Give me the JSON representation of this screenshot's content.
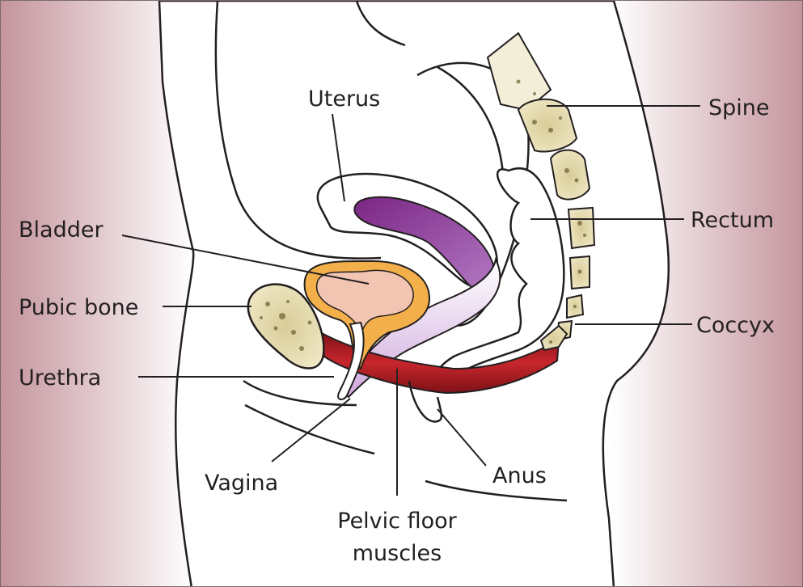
{
  "labels": {
    "uterus": "Uterus",
    "spine": "Spine",
    "bladder": "Bladder",
    "rectum": "Rectum",
    "pubic_bone": "Pubic bone",
    "coccyx": "Coccyx",
    "urethra": "Urethra",
    "vagina": "Vagina",
    "anus": "Anus",
    "pelvic_floor_line1": "Pelvic floor",
    "pelvic_floor_line2": "muscles"
  },
  "colors": {
    "background_edge": "#c4949c",
    "background_mid": "#ffffff",
    "outline": "#231f20",
    "bone_fill": "#e9dfb4",
    "bone_spots": "#6b5c33",
    "bladder_outer": "#f3b04a",
    "bladder_inner": "#f2c4b2",
    "uterus_purple": "#8a2f93",
    "vagina_lavender": "#d7b5e2",
    "muscle_red": "#a31c24"
  }
}
